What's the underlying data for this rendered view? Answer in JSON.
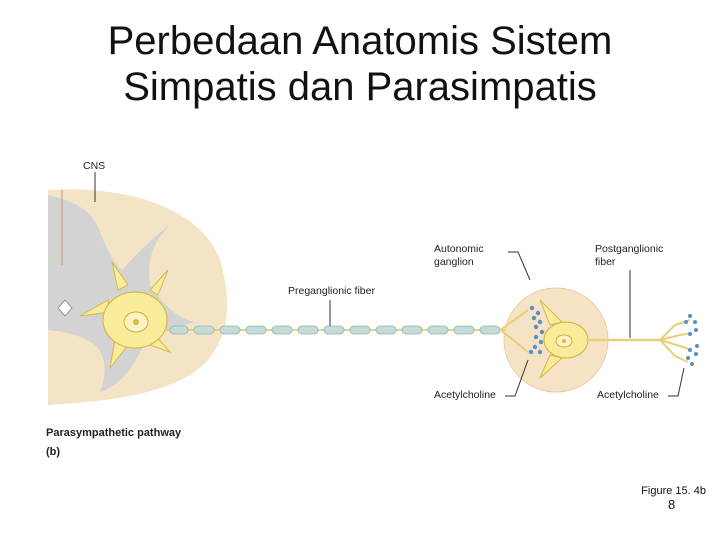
{
  "slide": {
    "title_line1": "Perbedaan Anatomis Sistem",
    "title_line2": "Simpatis dan Parasimpatis",
    "figure_caption": "Figure 15. 4b",
    "page_number": "8"
  },
  "diagram": {
    "labels": {
      "cns": "CNS",
      "autonomic_ganglion_1": "Autonomic",
      "autonomic_ganglion_2": "ganglion",
      "postganglionic_1": "Postganglionic",
      "postganglionic_2": "fiber",
      "preganglionic": "Preganglionic fiber",
      "ach_left": "Acetylcholine",
      "ach_right": "Acetylcholine",
      "pathway": "Parasympathetic pathway",
      "panel": "(b)"
    },
    "colors": {
      "spinal_cord": "#f4e4c6",
      "gray_matter": "#d3d3d3",
      "neuron": "#f8ec9a",
      "neuron_outline": "#d6b84a",
      "myelin": "#c4dbd8",
      "ganglion": "#f6e2c4",
      "vesicle": "#5b8fc4"
    }
  }
}
